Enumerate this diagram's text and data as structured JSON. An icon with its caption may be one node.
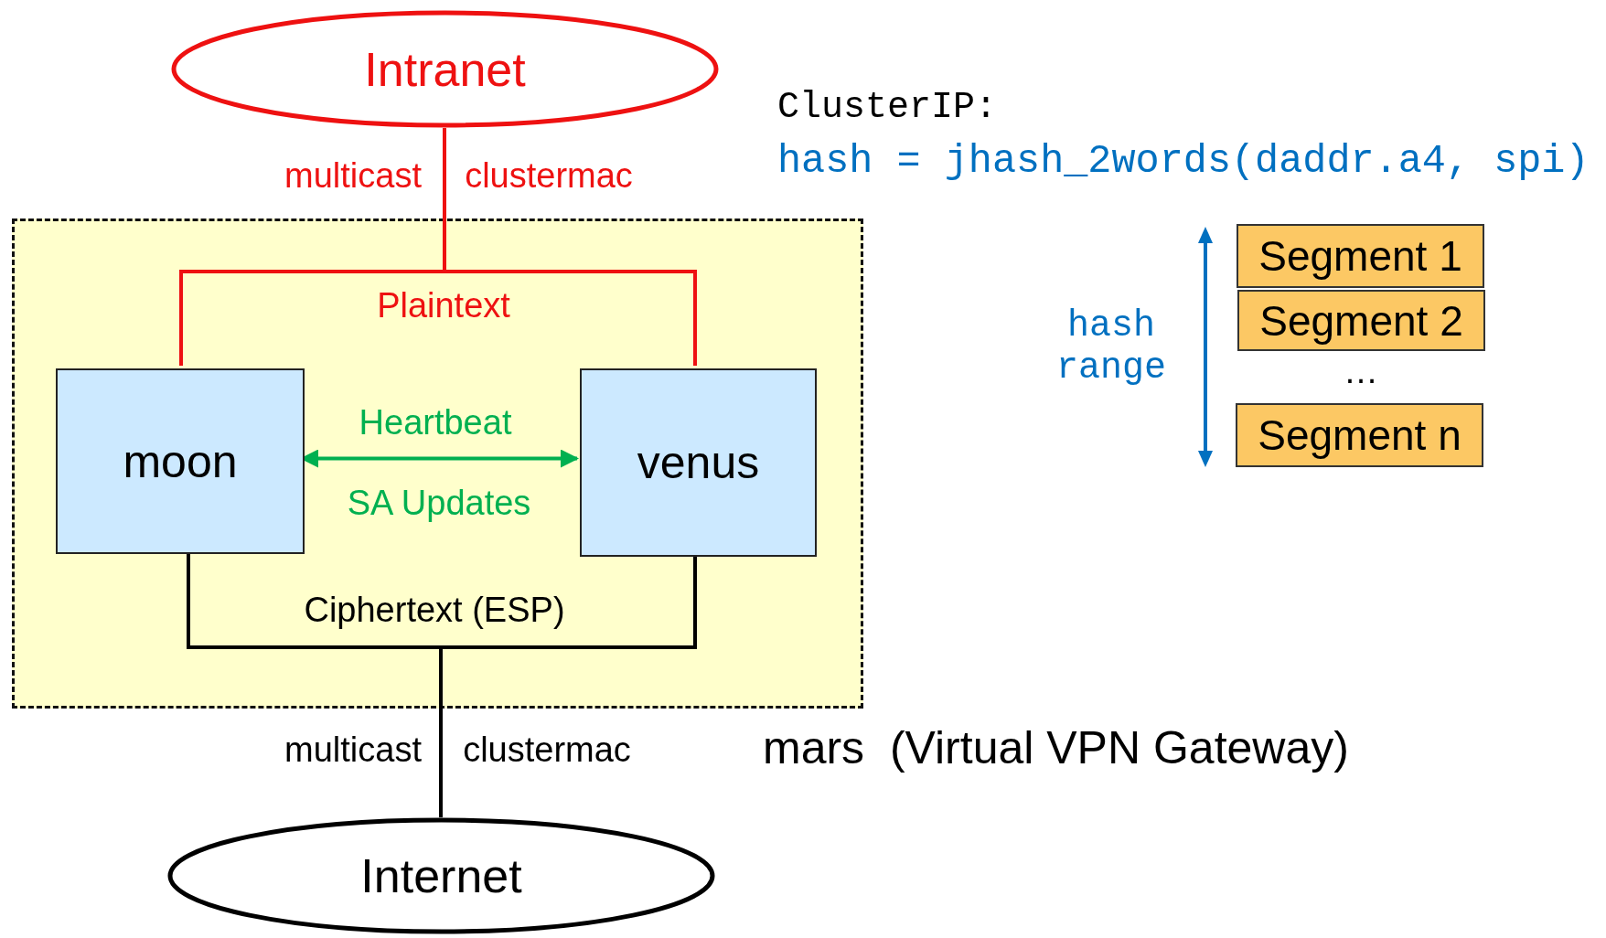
{
  "diagram": {
    "nodes": [
      {
        "text": [
          "Intranet"
        ]
      },
      {
        "text": [],
        "shape": "box",
        "beside": [
          "mars  (Virtual VPN Gateway)"
        ]
      },
      {
        "text": [
          "moon"
        ],
        "in": 1
      },
      {
        "text": [
          "venus"
        ],
        "in": 1
      },
      {
        "text": [
          "Internet"
        ]
      },
      {
        "text": [
          "Segment 1"
        ]
      },
      {
        "text": [
          "Segment 2"
        ]
      },
      {
        "text": [
          "Segment n"
        ]
      }
    ],
    "edges": [
      {
        "from": 0,
        "to": 2,
        "arrow": "none",
        "color": "#ee1111"
      },
      {
        "from": 0,
        "to": 3,
        "arrow": "none",
        "color": "#ee1111"
      },
      {
        "from": 2,
        "to": 3,
        "arrow": "both",
        "color": "#00b050"
      },
      {
        "from": 4,
        "to": 2,
        "arrow": "none",
        "color": "#000000"
      },
      {
        "from": 4,
        "to": 3,
        "arrow": "none",
        "color": "#000000"
      }
    ],
    "labels": [
      "ClusterIP:",
      "hash = jhash_2words(daddr.a4, spi)",
      "multicast",
      "clustermac",
      "Plaintext",
      "hash range",
      "…",
      "Heartbeat",
      "SA Updates",
      "Ciphertext (ESP)",
      "multicast",
      "clustermac"
    ]
  }
}
